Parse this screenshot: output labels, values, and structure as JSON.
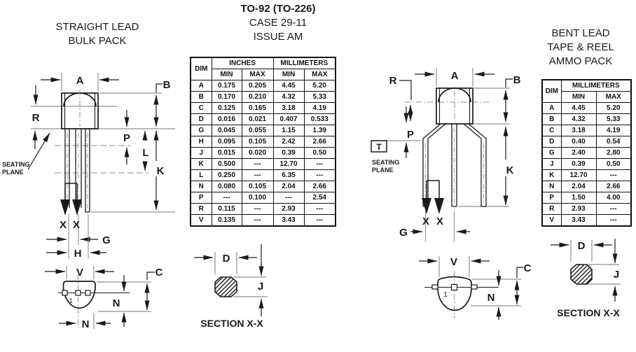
{
  "page_title": {
    "line1": "TO-92 (TO-226)",
    "line2": "CASE 29-11",
    "line3": "ISSUE AM"
  },
  "left_heading": {
    "line1": "STRAIGHT LEAD",
    "line2": "BULK PACK"
  },
  "right_heading": {
    "line1": "BENT LEAD",
    "line2": "TAPE & REEL",
    "line3": "AMMO PACK"
  },
  "labels": {
    "A": "A",
    "B": "B",
    "C": "C",
    "D": "D",
    "G": "G",
    "H": "H",
    "J": "J",
    "K": "K",
    "L": "L",
    "N": "N",
    "P": "P",
    "R": "R",
    "V": "V",
    "X": "X",
    "T": "T",
    "pin_one": "1",
    "seating_line1": "SEATING",
    "seating_line2": "PLANE",
    "section_label": "SECTION X-X"
  },
  "main_table": {
    "headers": {
      "dim": "DIM",
      "inches": "INCHES",
      "millimeters": "MILLIMETERS",
      "min": "MIN",
      "max": "MAX"
    },
    "rows": [
      [
        "A",
        "0.175",
        "0.205",
        "4.45",
        "5.20"
      ],
      [
        "B",
        "0.170",
        "0.210",
        "4.32",
        "5.33"
      ],
      [
        "C",
        "0.125",
        "0.165",
        "3.18",
        "4.19"
      ],
      [
        "D",
        "0.016",
        "0.021",
        "0.407",
        "0.533"
      ],
      [
        "G",
        "0.045",
        "0.055",
        "1.15",
        "1.39"
      ],
      [
        "H",
        "0.095",
        "0.105",
        "2.42",
        "2.66"
      ],
      [
        "J",
        "0.015",
        "0.020",
        "0.39",
        "0.50"
      ],
      [
        "K",
        "0.500",
        "---",
        "12.70",
        "---"
      ],
      [
        "L",
        "0.250",
        "---",
        "6.35",
        "---"
      ],
      [
        "N",
        "0.080",
        "0.105",
        "2.04",
        "2.66"
      ],
      [
        "P",
        "---",
        "0.100",
        "---",
        "2.54"
      ],
      [
        "R",
        "0.115",
        "---",
        "2.93",
        "---"
      ],
      [
        "V",
        "0.135",
        "---",
        "3.43",
        "---"
      ]
    ]
  },
  "right_table": {
    "headers": {
      "dim": "DIM",
      "millimeters": "MILLIMETERS",
      "min": "MIN",
      "max": "MAX"
    },
    "rows": [
      [
        "A",
        "4.45",
        "5.20"
      ],
      [
        "B",
        "4.32",
        "5.33"
      ],
      [
        "C",
        "3.18",
        "4.19"
      ],
      [
        "D",
        "0.40",
        "0.54"
      ],
      [
        "G",
        "2.40",
        "2.80"
      ],
      [
        "J",
        "0.39",
        "0.50"
      ],
      [
        "K",
        "12.70",
        "---"
      ],
      [
        "N",
        "2.04",
        "2.66"
      ],
      [
        "P",
        "1.50",
        "4.00"
      ],
      [
        "R",
        "2.93",
        "---"
      ],
      [
        "V",
        "3.43",
        "---"
      ]
    ]
  },
  "colors": {
    "ink": "#1a1a1a",
    "extension_line_gray": "#8f8f8f",
    "background": "#ffffff"
  }
}
